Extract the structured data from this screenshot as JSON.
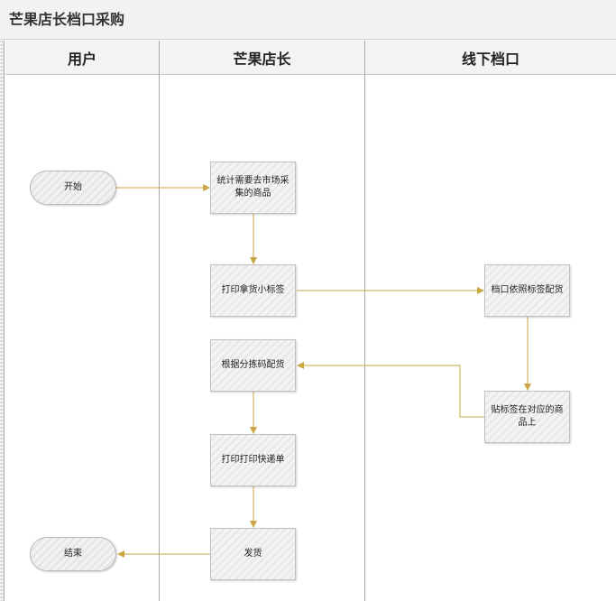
{
  "title": "芒果店长档口采购",
  "lanes": [
    "用户",
    "芒果店长",
    "线下档口"
  ],
  "nodes": {
    "start": "开始",
    "count_goods": "统计需要去市场采集的商品",
    "print_label": "打印拿货小标签",
    "stall_pick": "档口依照标签配货",
    "stick_label": "贴标签在对应的商品上",
    "sort_by_code": "根据分拣码配货",
    "print_waybill": "打印打印快递单",
    "ship": "发货",
    "end": "结束"
  },
  "colors": {
    "arrow": "#c8a640",
    "lane_divider": "#a9a9a9"
  }
}
